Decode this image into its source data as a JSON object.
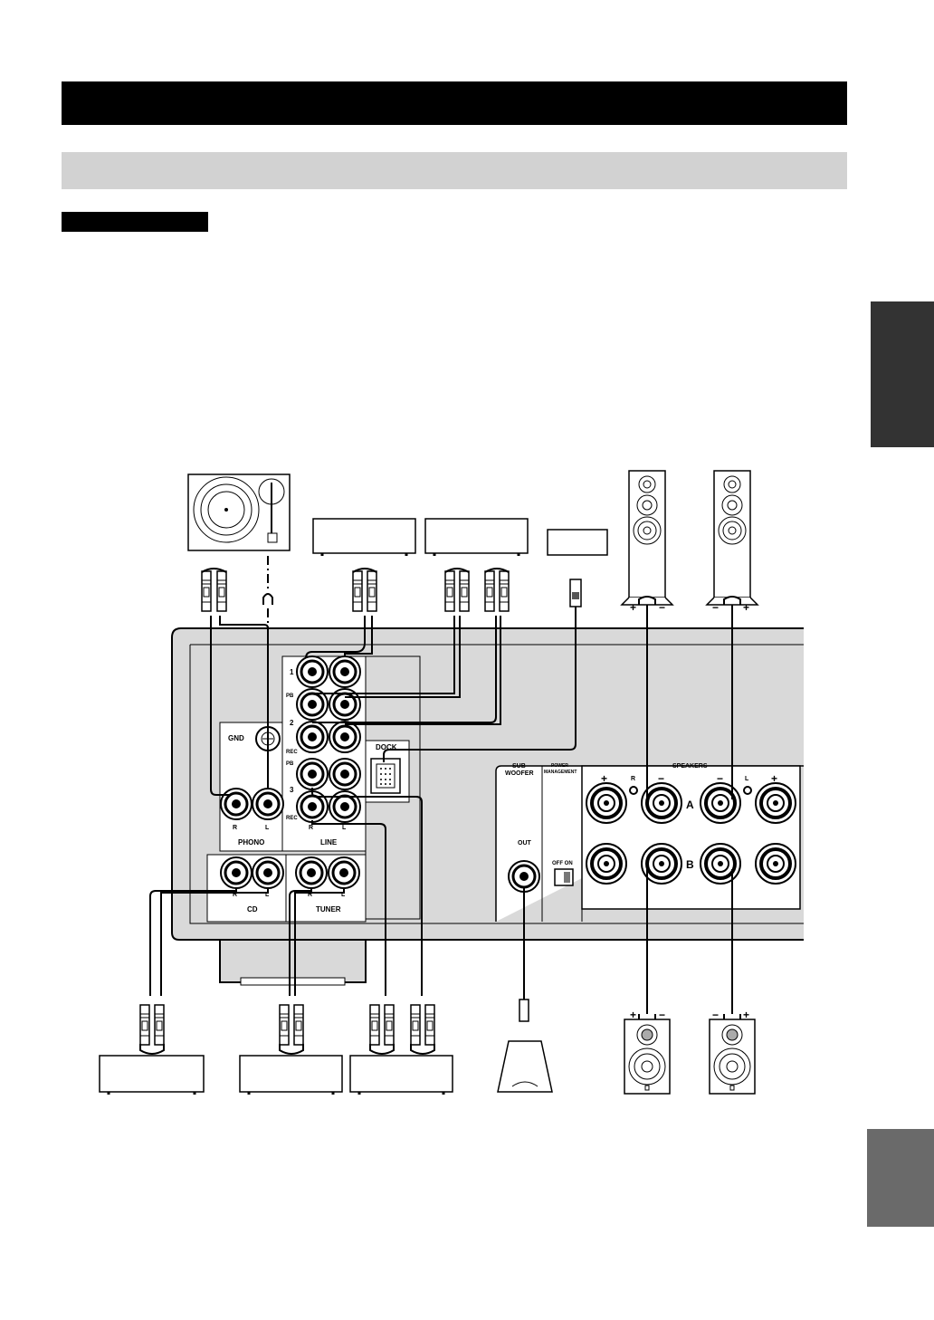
{
  "panel_labels": {
    "gnd": "GND",
    "phono": "PHONO",
    "line": "LINE",
    "cd": "CD",
    "tuner": "TUNER",
    "dock": "DOCK",
    "sub_woofer_1": "SUB",
    "sub_woofer_2": "WOOFER",
    "power_management_1": "POWER",
    "power_management_2": "MANAGEMENT",
    "out": "OUT",
    "off_on": "OFF ON",
    "speakers": "SPEAKERS",
    "speakers_a": "A",
    "speakers_b": "B",
    "line_1": "1",
    "line_2": "2",
    "line_3": "3",
    "pb": "PB",
    "rec": "REC",
    "right_mark": "R",
    "left_mark": "L",
    "plus": "+",
    "minus": "−"
  },
  "colors": {
    "title_bar": "#000000",
    "section_bar": "#d2d2d2",
    "side_tab_dark": "#333333",
    "side_tab_mid": "#6a6a6a",
    "panel_gray": "#d9d9d9",
    "panel_white": "#ffffff"
  }
}
